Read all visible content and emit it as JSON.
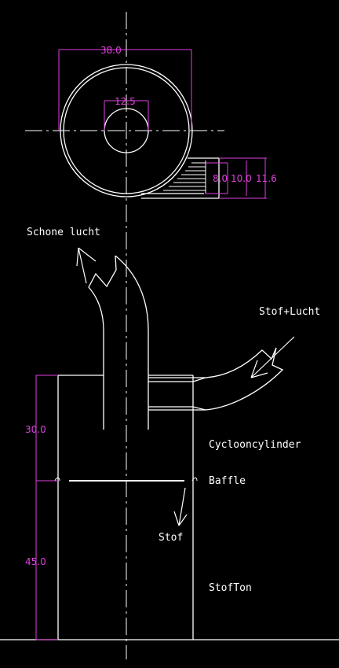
{
  "drawing": {
    "colors": {
      "background": "#000000",
      "lines": "#ffffff",
      "dimensions": "#e040e0"
    },
    "dimensions": {
      "outer_diameter": "38.0",
      "inner_diameter": "12.5",
      "inlet_a": "8.0",
      "inlet_b": "10.0",
      "inlet_c": "11.6",
      "upper_height": "30.0",
      "lower_height": "45.0"
    },
    "labels": {
      "clean_air": "Schone lucht",
      "dust_air": "Stof+Lucht",
      "cylinder": "Cyclooncylinder",
      "baffle": "Baffle",
      "dust": "Stof",
      "dust_bin": "StofTon"
    }
  }
}
